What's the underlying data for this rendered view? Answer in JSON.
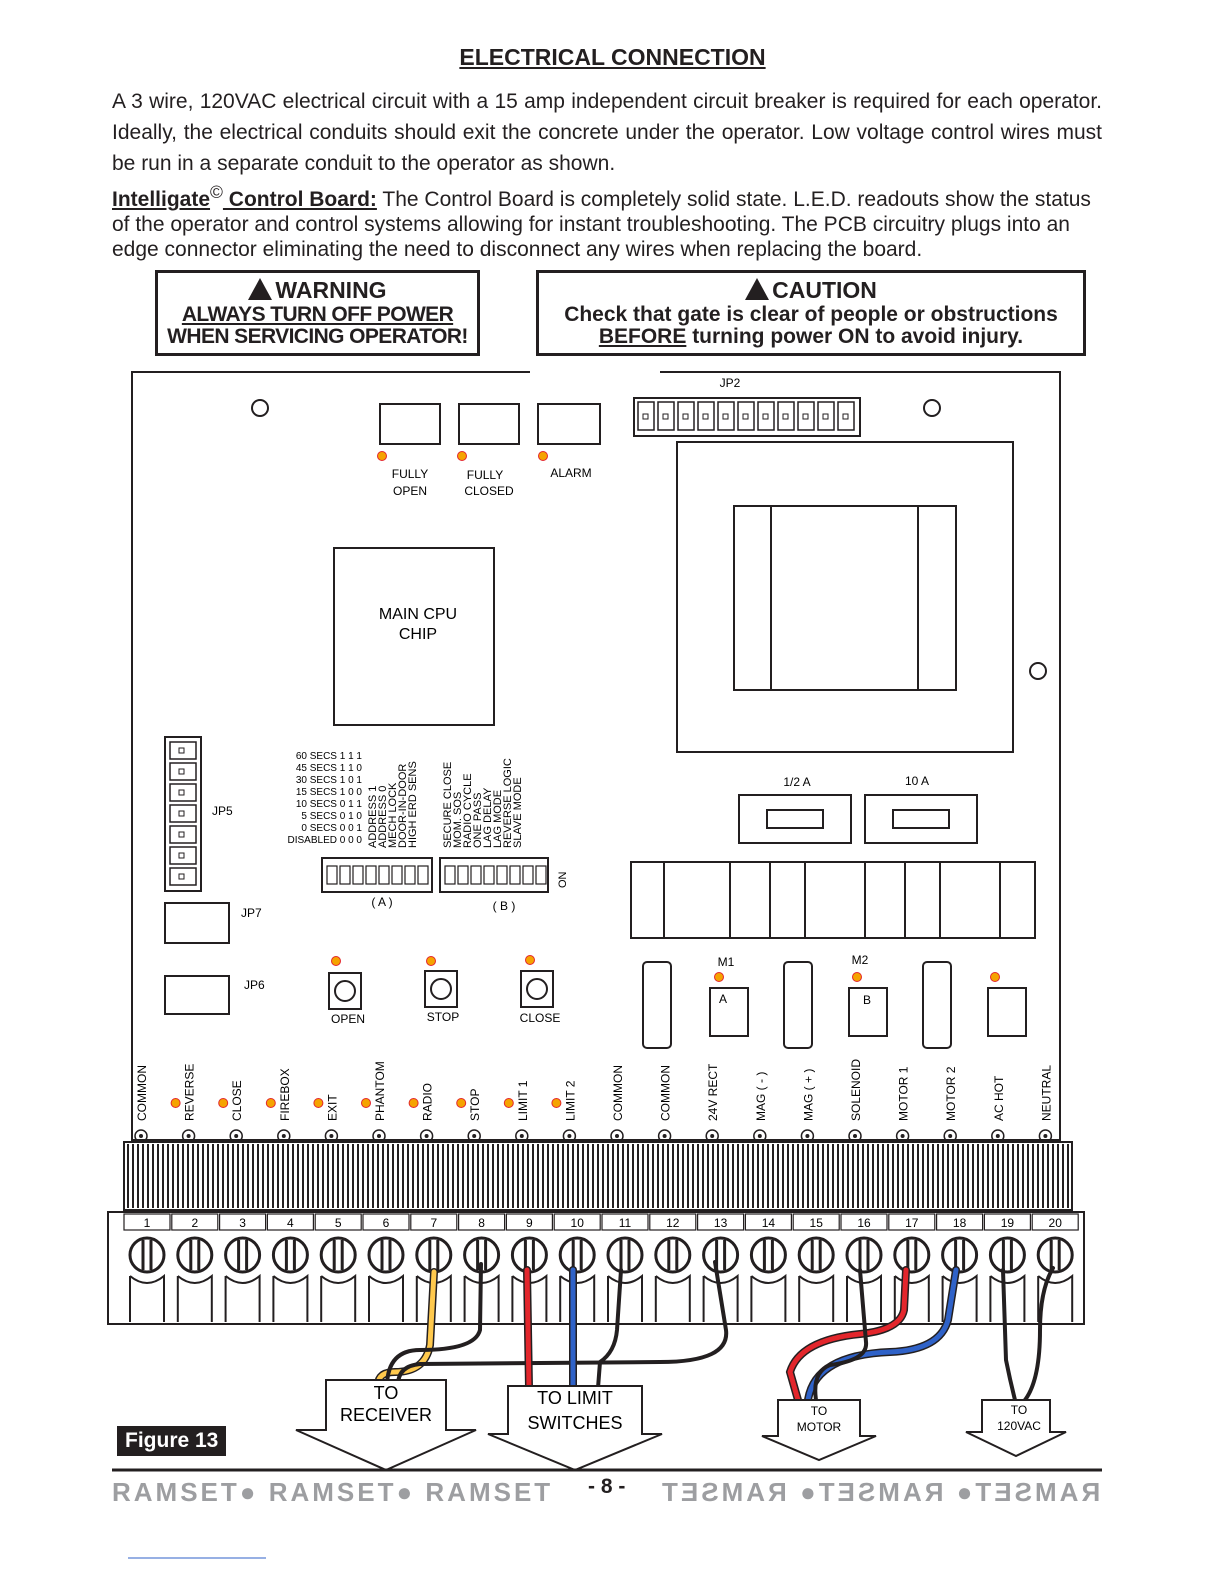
{
  "title": "ELECTRICAL CONNECTION",
  "para1": "A 3 wire, 120VAC electrical circuit with a 15 amp independent circuit breaker is required for each operator. Ideally, the electrical conduits should exit the concrete under the operator. Low voltage control wires must be run in a separate conduit to the operator as shown.",
  "para2": {
    "lead": "Intelligate",
    "copyright": "©",
    "lead2": " Control Board:",
    "text": " The Control Board is completely solid state. L.E.D. readouts show the status of the operator and control systems allowing for instant troubleshooting. The PCB circuitry plugs into an edge connector eliminating the need to disconnect any wires when replacing the board."
  },
  "warning": {
    "title": "WARNING",
    "line1": "ALWAYS TURN OFF POWER",
    "line2": "WHEN SERVICING OPERATOR!"
  },
  "caution": {
    "title": "CAUTION",
    "line1": "Check that gate is clear of people or obstructions",
    "line2_em": "BEFORE",
    "line2": " turning power ON to avoid injury."
  },
  "board": {
    "jp2": "JP2",
    "jp5": "JP5",
    "jp6": "JP6",
    "jp7": "JP7",
    "led_labels": [
      {
        "l1": "FULLY",
        "l2": "OPEN"
      },
      {
        "l1": "FULLY",
        "l2": "CLOSED"
      },
      {
        "l1": "ALARM",
        "l2": ""
      }
    ],
    "cpu_l1": "MAIN CPU",
    "cpu_l2": "CHIP",
    "fuse1": "1/2 A",
    "fuse2": "10 A",
    "m1": "M1",
    "m2": "M2",
    "relay_a": "A",
    "relay_b": "B",
    "timer_table": [
      "60 SECS  1  1  1",
      "45 SECS  1  1  0",
      "30 SECS  1  0  1",
      "15 SECS  1  0  0",
      "10 SECS  0  1  1",
      "5 SECS  0  1  0",
      "0 SECS  0  0  1",
      "DISABLED  0  0  0"
    ],
    "dip_a_functions": [
      "ADDRESS  1",
      "ADDRESS  0",
      "MECH LOCK",
      "DOOR-IN-DOOR",
      "HIGH ERD SENS"
    ],
    "dip_b_functions": [
      "SECURE  CLOSE",
      "MOM. SOS",
      "RADIO CYCLE",
      "ONE PASS",
      "LAG DELAY",
      "LAG MODE",
      "REVERSE LOGIC",
      "SLAVE MODE"
    ],
    "dip_a_label": "( A )",
    "dip_b_label": "( B )",
    "on_label": "ON",
    "buttons": [
      "OPEN",
      "STOP",
      "CLOSE"
    ],
    "terminal_labels": [
      "COMMON",
      "REVERSE",
      "CLOSE",
      "FIREBOX",
      "EXIT",
      "PHANTOM",
      "RADIO",
      "STOP",
      "LIMIT 1",
      "LIMIT 2",
      "COMMON",
      "COMMON",
      "24V RECT",
      "MAG ( - )",
      "MAG ( + )",
      "SOLENOID",
      "MOTOR 1",
      "MOTOR 2",
      "AC HOT",
      "NEUTRAL"
    ],
    "terminal_numbers": [
      "1",
      "2",
      "3",
      "4",
      "5",
      "6",
      "7",
      "8",
      "9",
      "10",
      "11",
      "12",
      "13",
      "14",
      "15",
      "16",
      "17",
      "18",
      "19",
      "20"
    ]
  },
  "arrows": {
    "receiver": {
      "l1": "TO",
      "l2": "RECEIVER"
    },
    "limit": {
      "l1": "TO LIMIT",
      "l2": "SWITCHES"
    },
    "motor": {
      "l1": "TO",
      "l2": "MOTOR"
    },
    "vac": {
      "l1": "TO",
      "l2": "120VAC"
    }
  },
  "colors": {
    "led": "#f5a300",
    "wire_yellow": "#ffc94d",
    "wire_red": "#e3262c",
    "wire_blue": "#2f62c8",
    "wire_black": "#231f20"
  },
  "figure_label": "Figure 13",
  "footer": {
    "left": "RAMSET● RAMSET● RAMSET",
    "page": "- 8 -",
    "right": "RAMSET● RAMSET● RAMSET"
  }
}
